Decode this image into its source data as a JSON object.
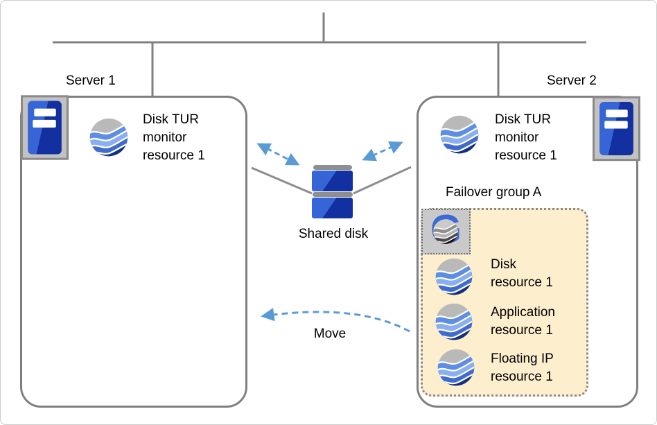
{
  "servers": {
    "server1": {
      "label": "Server 1",
      "monitor_label": "Disk TUR monitor resource 1"
    },
    "server2": {
      "label": "Server 2",
      "monitor_label": "Disk TUR monitor resource 1"
    }
  },
  "shared_disk": {
    "label": "Shared disk"
  },
  "move": {
    "label": "Move"
  },
  "failover_group": {
    "title": "Failover group A",
    "icon_letter": "G",
    "resources": [
      {
        "label": "Disk resource 1"
      },
      {
        "label": "Application resource 1"
      },
      {
        "label": "Floating IP resource 1"
      }
    ]
  },
  "icons": {
    "server": "server-tower-icon",
    "monitor": "wave-sphere-icon",
    "group": "group-g-icon",
    "shared_disk": "disk-stack-icon",
    "move": "dashed-curved-arrow-icon",
    "disk_access": "dashed-double-arrow-icon"
  },
  "colors": {
    "arrow_blue": "#5b9bd5",
    "line_gray": "#808080",
    "group_fill": "#fdeecd",
    "group_border": "#8a8a8a",
    "resource_blue": "#3a6bd4",
    "navy": "#15317e",
    "icon_frame_gray": "#c9c9c9"
  }
}
